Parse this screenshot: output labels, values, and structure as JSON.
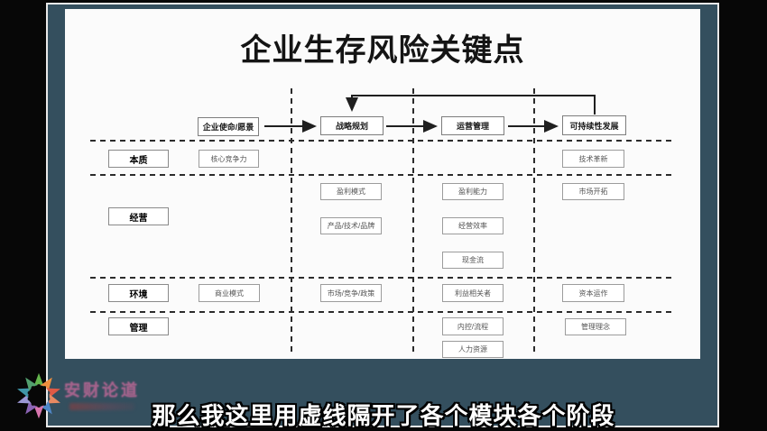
{
  "slide": {
    "title": "企业生存风险关键点"
  },
  "diagram": {
    "stage_flow": {
      "items": [
        {
          "label": "企业使命/愿景"
        },
        {
          "label": "战略规划"
        },
        {
          "label": "运营管理"
        },
        {
          "label": "可持续性发展"
        }
      ]
    },
    "row_labels": [
      {
        "label": "本质"
      },
      {
        "label": "经营"
      },
      {
        "label": "环境"
      },
      {
        "label": "管理"
      }
    ],
    "factor_boxes": [
      {
        "label": "核心竞争力"
      },
      {
        "label": "技术革新"
      },
      {
        "label": "盈利模式"
      },
      {
        "label": "产品/技术/品牌"
      },
      {
        "label": "盈利能力"
      },
      {
        "label": "经营效率"
      },
      {
        "label": "现金流"
      },
      {
        "label": "市场开拓"
      },
      {
        "label": "商业模式"
      },
      {
        "label": "市场/竞争/政策"
      },
      {
        "label": "利益相关者"
      },
      {
        "label": "资本运作"
      },
      {
        "label": "内控/流程"
      },
      {
        "label": "管理理念"
      },
      {
        "label": "人力资源"
      }
    ]
  },
  "caption": {
    "text": "那么我这里用虚线隔开了各个模块各个阶段"
  },
  "logo": {
    "name": "安财论道"
  },
  "colors": {
    "panel": "#344f5e",
    "logo_text": "#a4638c",
    "slide_bg": "#fbfbfb",
    "caption_text": "#ffffff"
  }
}
